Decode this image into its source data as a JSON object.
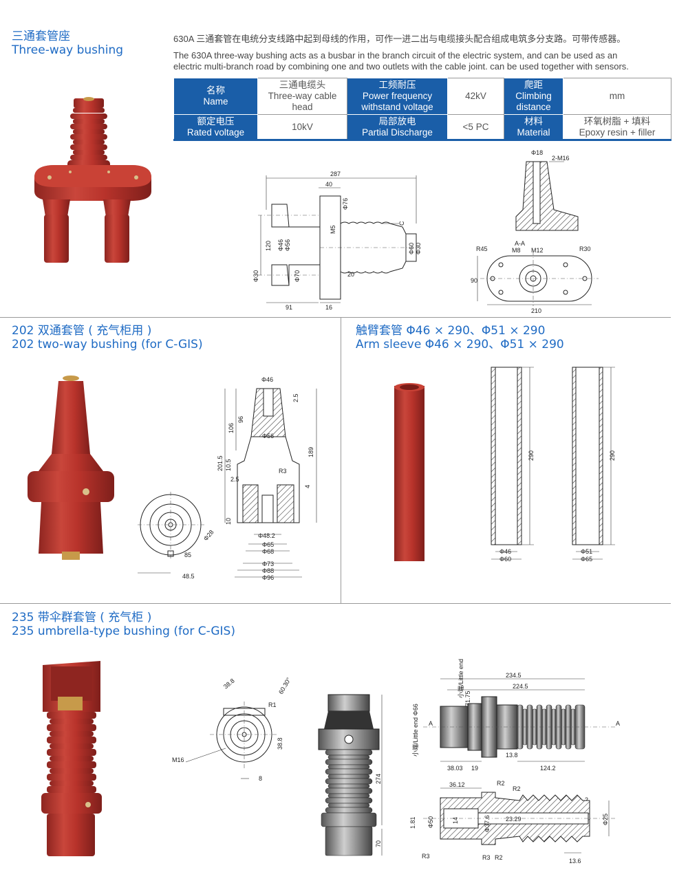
{
  "sec1": {
    "title_cn": "三通套管座",
    "title_en": "Three-way bushing",
    "desc_cn": "630A 三通套管在电统分支线路中起到母线的作用，可作一进二出与电缆接头配合组成电筑多分支路。可带传感器。",
    "desc_en1": "The 630A three-way bushing acts as a busbar in the branch circuit of the electric system, and can be used as an",
    "desc_en2": "electric multi-branch road by combining one and two outlets with the cable joint. can be used together with sensors.",
    "table": {
      "r1": [
        "名称",
        "Name",
        "三通电缆头",
        "Three-way cable",
        "head",
        "工频耐压",
        "Power frequency",
        "withstand voltage",
        "42kV",
        "爬距",
        "Climbing",
        "distance",
        "mm"
      ],
      "r2": [
        "额定电压",
        "Rated voltage",
        "10kV",
        "局部放电",
        "Partial Discharge",
        "<5 PC",
        "材料",
        "Material",
        "环氧树脂 + 填料",
        "Epoxy resin + filler"
      ]
    },
    "dims": [
      "287",
      "40",
      "Φ76",
      "C",
      "M5",
      "120",
      "Φ46",
      "Φ56",
      "Φ30",
      "Φ60",
      "Φ30",
      "Φ70",
      "20",
      "91",
      "16",
      "Φ18",
      "2-M16",
      "A-A",
      "R45",
      "M8",
      "M12",
      "R30",
      "90",
      "210"
    ]
  },
  "sec2": {
    "title_cn": "202 双通套管 ( 充气柜用 )",
    "title_en": "202  two-way bushing (for C-GIS)",
    "dims": [
      "Φ46",
      "2.5",
      "96",
      "106",
      "201.5",
      "Φ56",
      "10.5",
      "189",
      "R3",
      "2.5",
      "4",
      "10",
      "Φ48.2",
      "Φ65",
      "Φ68",
      "Φ73",
      "Φ88",
      "Φ96",
      "Φ28",
      "48.5",
      "85"
    ]
  },
  "sec3": {
    "title_cn": "触臂套管 Φ46 × 290、Φ51 × 290",
    "title_en": "Arm sleeve Φ46 × 290、Φ51 × 290",
    "dims": [
      "290",
      "Φ46",
      "Φ60",
      "290",
      "Φ51",
      "Φ65"
    ]
  },
  "sec4": {
    "title_cn": "235 带伞群套管 ( 充气柜 )",
    "title_en": "235 umbrella-type bushing (for C-GIS)",
    "dims": [
      "38.8",
      "60.30°",
      "R1",
      "38.8",
      "M16",
      "8",
      "274",
      "70",
      "234.5",
      "224.5",
      "小端/Little end",
      "71.75",
      "小端/Little end Φ66",
      "A",
      "4",
      "34",
      "A",
      "38.03",
      "19",
      "13.8",
      "124.2",
      "36.12",
      "R2",
      "R2",
      "2",
      "1.81",
      "Φ50",
      "14",
      "Φ37.6",
      "23.29",
      "Φ25",
      "R3",
      "R3",
      "R2",
      "13.6"
    ]
  },
  "colors": {
    "accent": "#1f6bc4",
    "header": "#1a5ea8",
    "product_red": "#b8332b"
  }
}
